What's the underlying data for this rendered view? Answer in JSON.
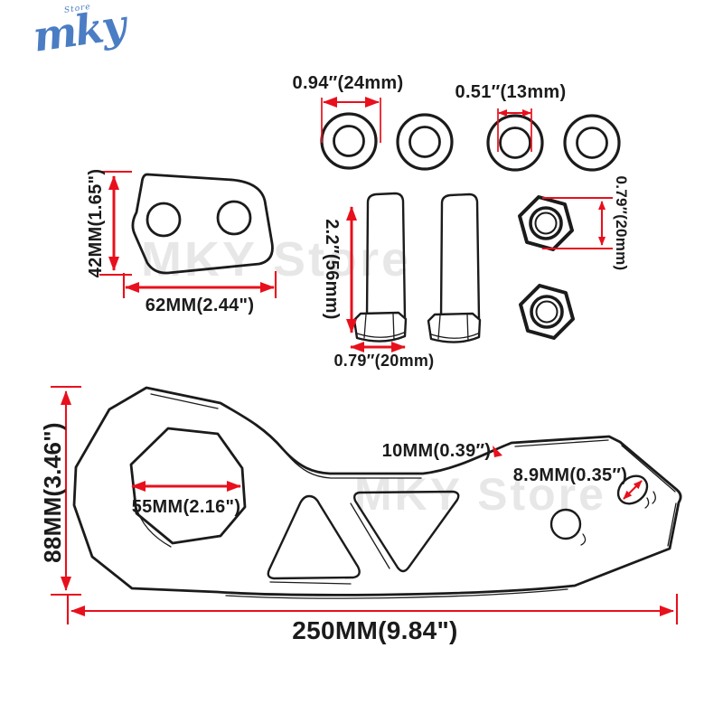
{
  "colors": {
    "dim-red": "#e8101c",
    "ink": "#1b1b1b",
    "logo-blue": "#4b7dc4",
    "watermark": "#00000018"
  },
  "logo": {
    "brand": "mky",
    "subtext": "Store"
  },
  "watermark_text": "MKY Store",
  "diagram": {
    "washers": {
      "count": 4,
      "outer_diameter_label": "0.94″(24mm)",
      "inner_diameter_label": "0.51″(13mm)"
    },
    "mount_bracket": {
      "height_label": "42MM(1.65\")",
      "width_label": "62MM(2.44\")"
    },
    "bolts": {
      "count": 2,
      "length_label": "2.2″(56mm)",
      "head_width_label": "0.79″(20mm)"
    },
    "nuts": {
      "count": 2,
      "size_label": "0.79″(20mm)"
    },
    "tow_hook": {
      "height_label": "88MM(3.46\")",
      "length_label": "250MM(9.84\")",
      "main_hole_label": "55MM(2.16\")",
      "thickness_label": "10MM(0.39″)",
      "small_hole_label": "8.9MM(0.35″)"
    }
  }
}
